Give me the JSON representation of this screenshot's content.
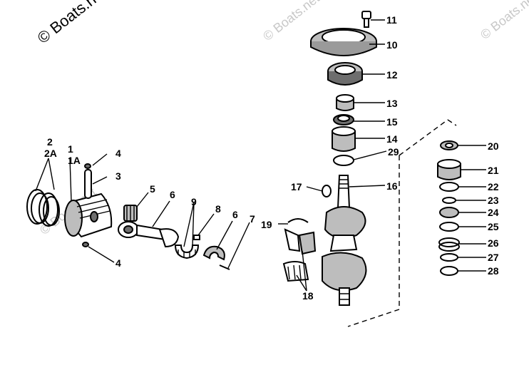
{
  "watermarks": {
    "main": "© Boats.net",
    "faint": "© Boats.net"
  },
  "callouts": {
    "c1": "1",
    "c1a": "1A",
    "c2": "2",
    "c2a": "2A",
    "c3": "3",
    "c4_top": "4",
    "c4_bottom": "4",
    "c5": "5",
    "c6_rod": "6",
    "c6_cap": "6",
    "c7": "7",
    "c8": "8",
    "c9": "9",
    "c10": "10",
    "c11": "11",
    "c12": "12",
    "c13": "13",
    "c14": "14",
    "c15": "15",
    "c16": "16",
    "c17": "17",
    "c18": "18",
    "c19": "19",
    "c20": "20",
    "c21": "21",
    "c22": "22",
    "c23": "23",
    "c24": "24",
    "c25": "25",
    "c26": "26",
    "c27": "27",
    "c28": "28",
    "c29": "29"
  }
}
